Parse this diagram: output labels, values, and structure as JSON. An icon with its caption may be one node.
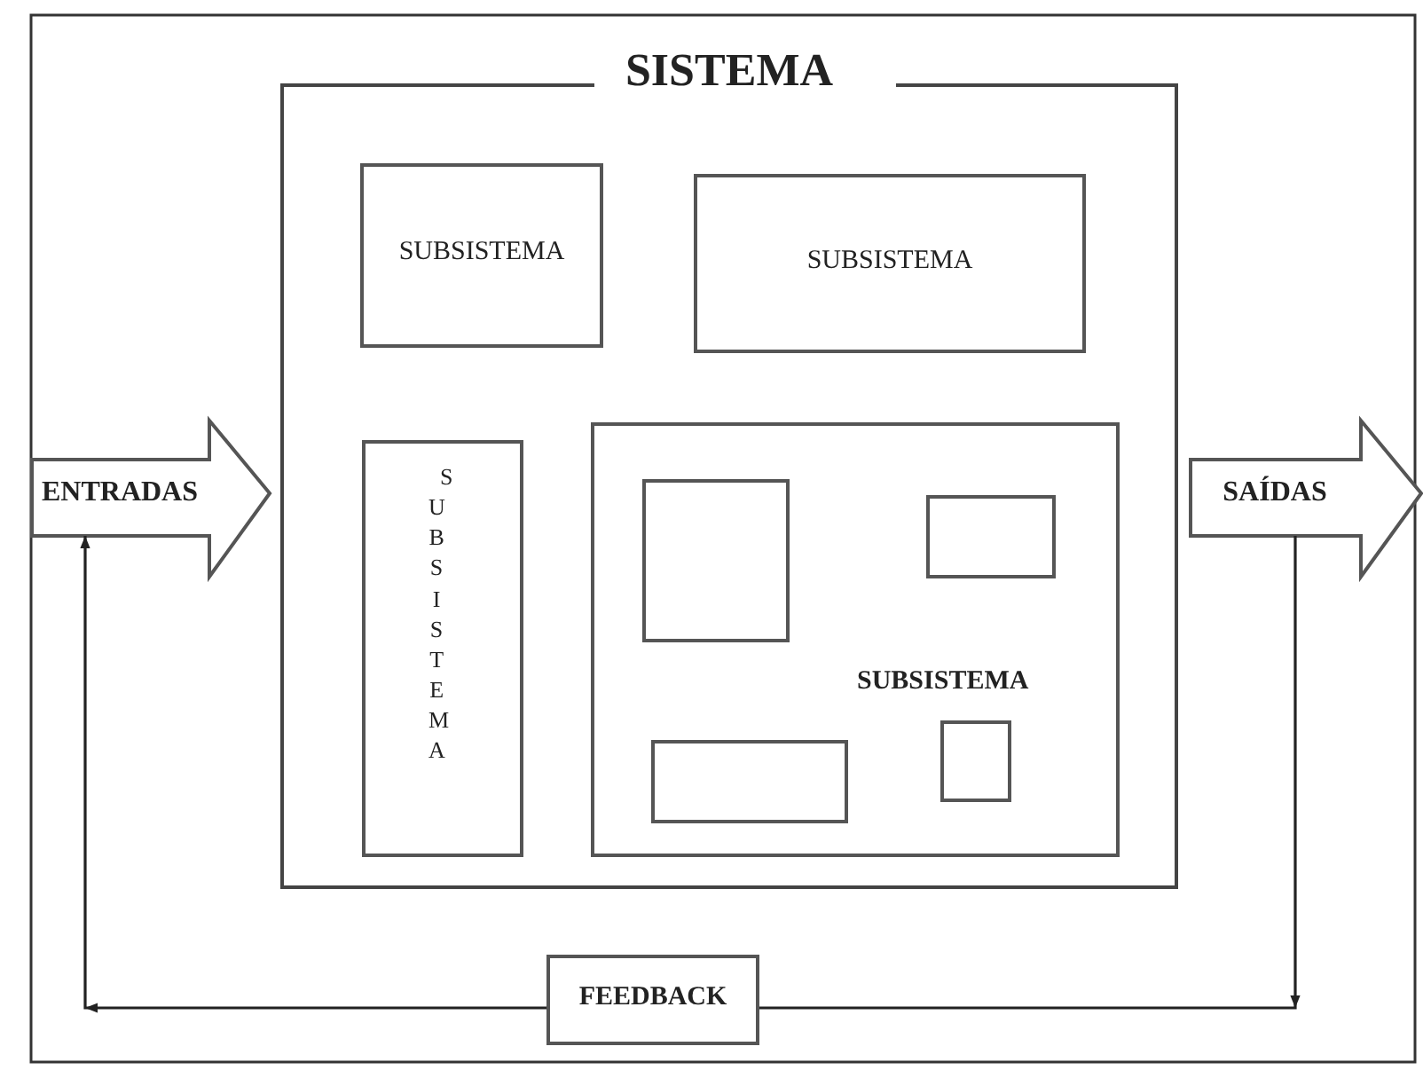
{
  "diagram": {
    "nodes": [
      {
        "text": [
          "SISTEMA"
        ]
      },
      {
        "text": [
          "SUBSISTEMA"
        ],
        "in": 0
      },
      {
        "text": [
          "SUBSISTEMA"
        ],
        "in": 0
      },
      {
        "text": [
          "SUBSISTEMA"
        ],
        "in": 0
      },
      {
        "text": [
          "SUBSISTEMA"
        ],
        "in": 0
      },
      {
        "text": [],
        "shape": "box",
        "in": 4
      },
      {
        "text": [],
        "shape": "box",
        "in": 4
      },
      {
        "text": [],
        "shape": "box",
        "in": 4
      },
      {
        "text": [],
        "shape": "box",
        "in": 4
      },
      {
        "text": [
          "ENTRADAS"
        ]
      },
      {
        "text": [
          "SAÍDAS"
        ]
      },
      {
        "text": [
          "FEEDBACK"
        ]
      }
    ],
    "edges": [
      {
        "from": 10,
        "to": 11,
        "arrow": "to"
      },
      {
        "from": 11,
        "to": 9,
        "arrow": "to"
      }
    ]
  }
}
